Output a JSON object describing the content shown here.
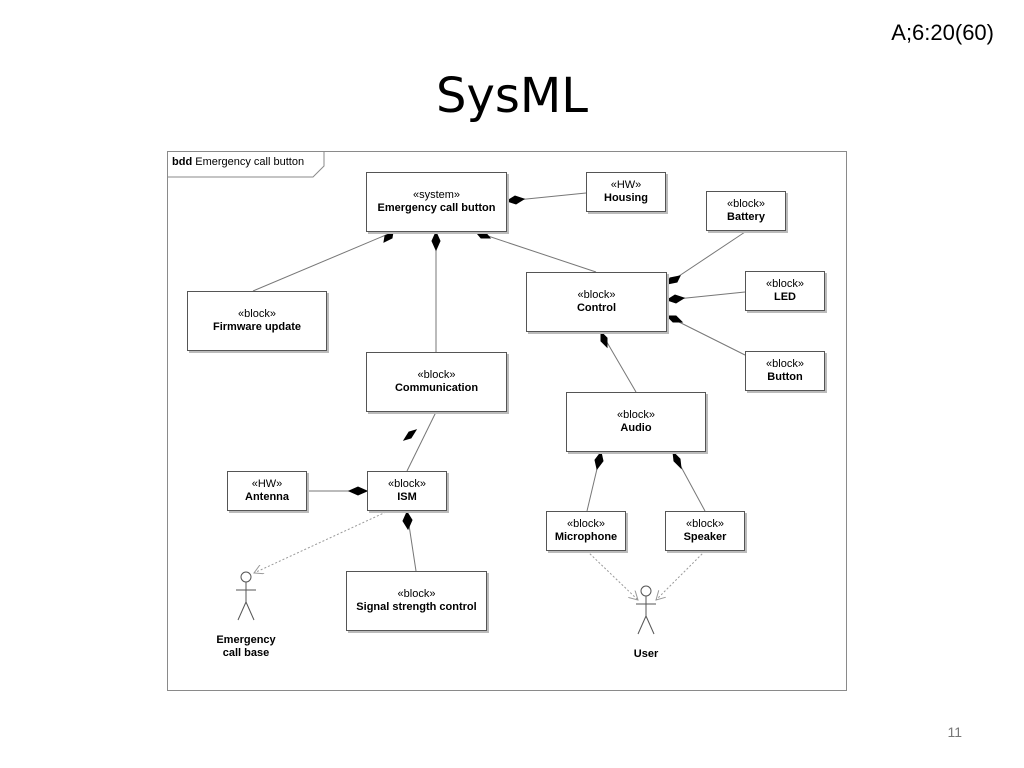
{
  "slide": {
    "code": "A;6:20(60)",
    "title": "SysML",
    "page_number": "11"
  },
  "frame": {
    "kind": "bdd",
    "name": "Emergency call button"
  },
  "blocks": {
    "system": {
      "stereotype": "«system»",
      "name": "Emergency call button"
    },
    "housing": {
      "stereotype": "«HW»",
      "name": "Housing"
    },
    "battery": {
      "stereotype": "«block»",
      "name": "Battery"
    },
    "control": {
      "stereotype": "«block»",
      "name": "Control"
    },
    "led": {
      "stereotype": "«block»",
      "name": "LED"
    },
    "firmware": {
      "stereotype": "«block»",
      "name": "Firmware update"
    },
    "communication": {
      "stereotype": "«block»",
      "name": "Communication"
    },
    "button": {
      "stereotype": "«block»",
      "name": "Button"
    },
    "audio": {
      "stereotype": "«block»",
      "name": "Audio"
    },
    "antenna": {
      "stereotype": "«HW»",
      "name": "Antenna"
    },
    "ism": {
      "stereotype": "«block»",
      "name": "ISM"
    },
    "microphone": {
      "stereotype": "«block»",
      "name": "Microphone"
    },
    "speaker": {
      "stereotype": "«block»",
      "name": "Speaker"
    },
    "signal": {
      "stereotype": "«block»",
      "name": "Signal strength control"
    }
  },
  "actors": {
    "base": {
      "line1": "Emergency",
      "line2": "call base"
    },
    "user": {
      "line1": "User"
    }
  }
}
